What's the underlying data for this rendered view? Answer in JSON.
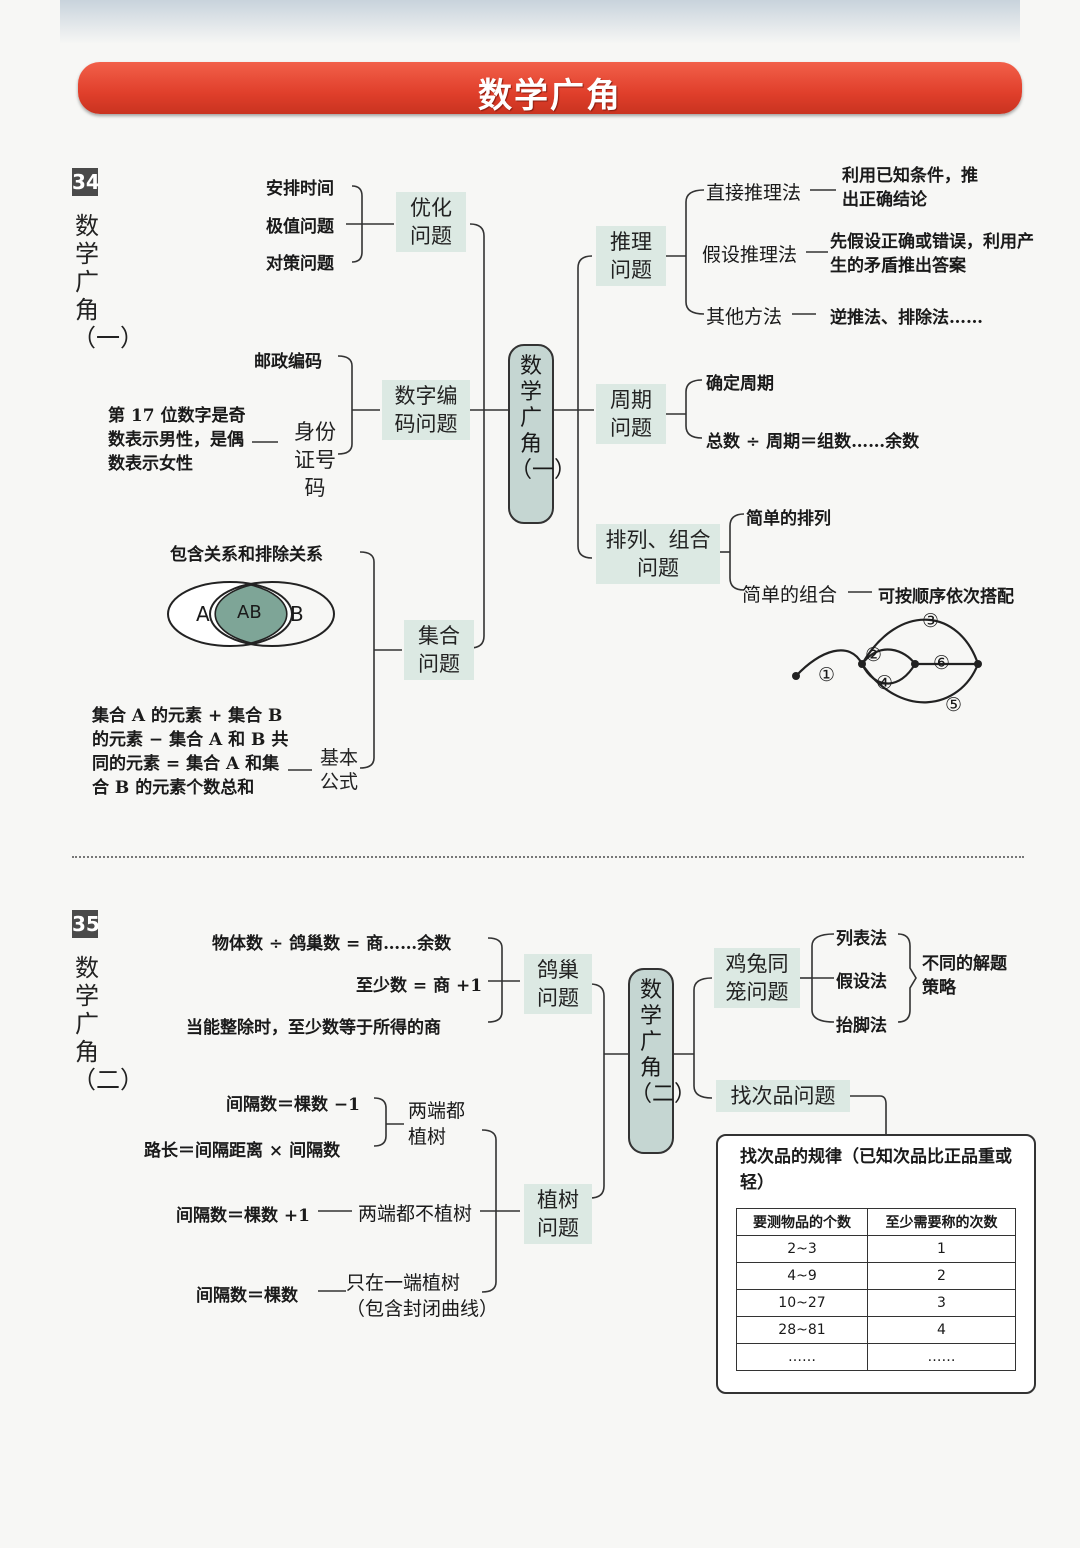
{
  "header": {
    "title": "数学广角"
  },
  "sec34": {
    "num": "34",
    "title": "数学广角（一）",
    "hub": "数学广角（一）",
    "youhua": {
      "label": "优化问题",
      "items": [
        "安排时间",
        "极值问题",
        "对策问题"
      ]
    },
    "bianma": {
      "label": "数字编码问题",
      "item1": "邮政编码",
      "item2": "身份证号码",
      "note": "第 17 位数字是奇数表示男性，是偶数表示女性"
    },
    "jihe": {
      "label": "集合问题",
      "item1": "包含关系和排除关系",
      "venn": {
        "a": "A",
        "ab": "AB",
        "b": "B"
      },
      "item2": "基本公式",
      "formula": "集合 A 的元素 + 集合 B 的元素 − 集合 A 和 B 共同的元素 = 集合 A 和集合 B 的元素个数总和"
    },
    "tuili": {
      "label": "推理问题",
      "m1": "直接推理法",
      "d1": "利用已知条件，推出正确结论",
      "m2": "假设推理法",
      "d2": "先假设正确或错误，利用产生的矛盾推出答案",
      "m3": "其他方法",
      "d3": "逆推法、排除法……"
    },
    "zhouqi": {
      "label": "周期问题",
      "i1": "确定周期",
      "i2": "总数 ÷ 周期＝组数……余数"
    },
    "pailie": {
      "label": "排列、组合问题",
      "i1": "简单的排列",
      "i2": "简单的组合",
      "d2": "可按顺序依次搭配",
      "path_labels": [
        "①",
        "②",
        "③",
        "④",
        "⑤",
        "⑥"
      ]
    }
  },
  "sec35": {
    "num": "35",
    "title": "数学广角（二）",
    "hub": "数学广角（二）",
    "gechao": {
      "label": "鸽巢问题",
      "i1": "物体数 ÷ 鸽巢数 = 商……余数",
      "i2": "至少数 = 商 +1",
      "i3": "当能整除时，至少数等于所得的商"
    },
    "zhishu": {
      "label": "植树问题",
      "b1": "两端都植树",
      "b1a": "间隔数＝棵数 −1",
      "b1b": "路长＝间隔距离 × 间隔数",
      "b2": "两端都不植树",
      "b2a": "间隔数＝棵数 +1",
      "b3": "只在一端植树（包含封闭曲线）",
      "b3a": "间隔数＝棵数"
    },
    "jitu": {
      "label": "鸡兔同笼问题",
      "m1": "列表法",
      "m2": "假设法",
      "m3": "抬脚法",
      "note": "不同的解题策略"
    },
    "cipin": {
      "label": "找次品问题",
      "rule": "找次品的规律（已知次品比正品重或轻）",
      "table": {
        "h1": "要测物品的个数",
        "h2": "至少需要称的次数",
        "rows": [
          [
            "2~3",
            "1"
          ],
          [
            "4~9",
            "2"
          ],
          [
            "10~27",
            "3"
          ],
          [
            "28~81",
            "4"
          ],
          [
            "……",
            "……"
          ]
        ]
      }
    }
  }
}
